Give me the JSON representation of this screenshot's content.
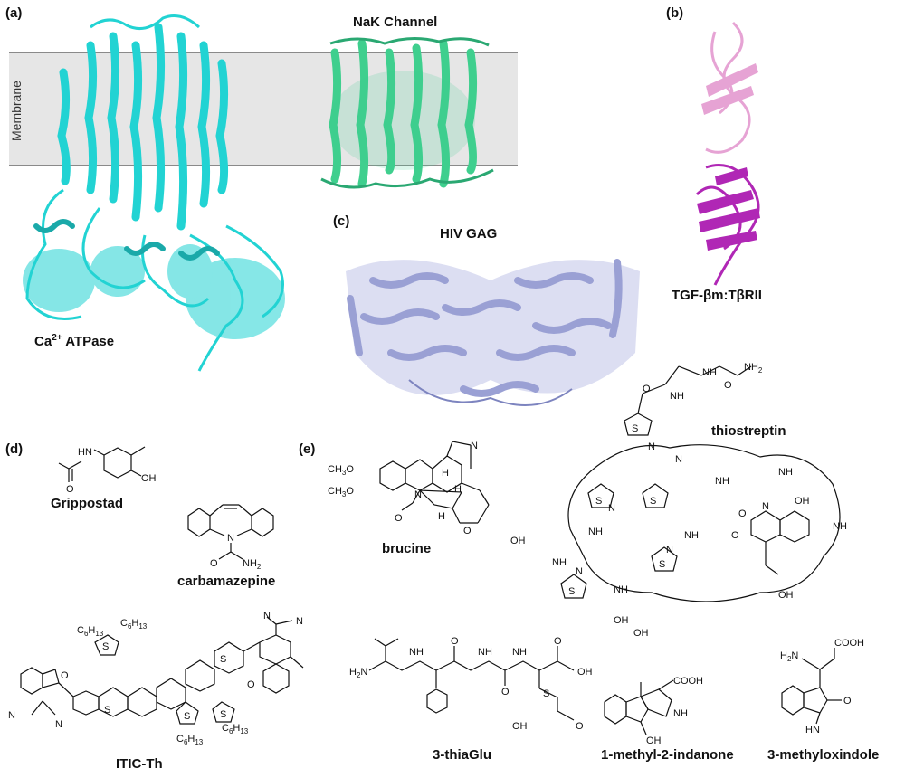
{
  "panels": {
    "a": "(a)",
    "b": "(b)",
    "c": "(c)",
    "d": "(d)",
    "e": "(e)"
  },
  "membrane_label": "Membrane",
  "proteins": {
    "ca_atpase": {
      "label_main": "Ca",
      "label_sup": "2+",
      "label_rest": " ATPase",
      "color": "#22d3d3"
    },
    "nak": {
      "label": "NaK Channel",
      "color": "#3fcf8e"
    },
    "tgf": {
      "label": "TGF-βm:TβRII",
      "color_light": "#e6a3d4",
      "color_dark": "#b027b5"
    },
    "hiv": {
      "label": "HIV GAG",
      "color": "#9aa0d4"
    }
  },
  "molecules": {
    "grippostad": "Grippostad",
    "carbamazepine": "carbamazepine",
    "itic": "ITIC-Th",
    "brucine": "brucine",
    "thiostreptin": "thiostreptin",
    "thiaglu": "3-thiaGlu",
    "indanone": "1-methyl-2-indanone",
    "oxindole": "3-methyloxindole"
  },
  "atom_labels": {
    "hn": "HN",
    "oh": "OH",
    "n": "N",
    "o": "O",
    "s": "S",
    "nh": "NH",
    "nh2": "NH",
    "h": "H",
    "h2n": "H",
    "cooh": "COOH",
    "och3": "CH",
    "c6h13_c": "C",
    "c6h13_h": "H",
    "sub6": "6",
    "sub13": "13",
    "sub2": "2",
    "sub3": "3"
  }
}
